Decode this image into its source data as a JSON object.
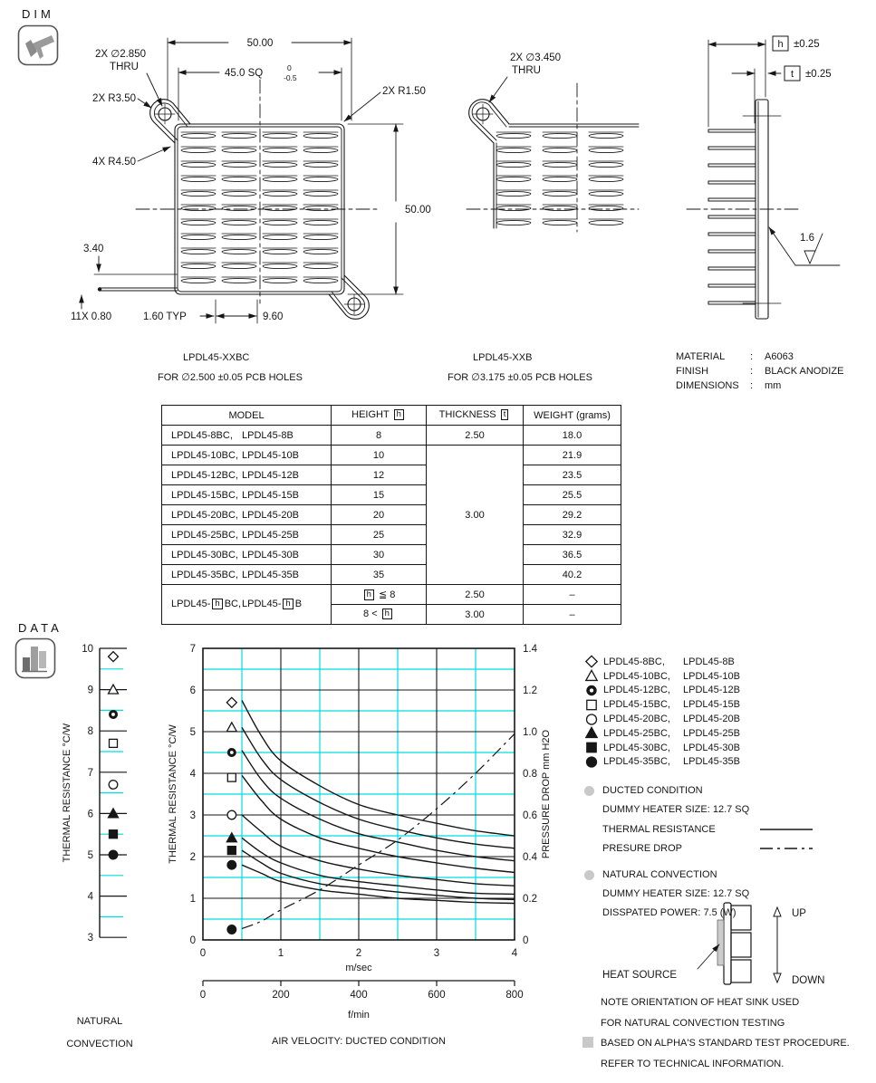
{
  "page": {
    "dim_section": "DIM",
    "data_section": "DATA"
  },
  "colors": {
    "line": "#161616",
    "cyan": "#00dede",
    "icon_gray": "#9a9a9a",
    "legend_bullet": "#c9c9c9",
    "heat_source_fill": "#cccccc"
  },
  "drawing_top_view": {
    "overall_width": "50.00",
    "fin_square": "45.0 SQ",
    "fin_square_tol_upper": "0",
    "fin_square_tol_lower": "-0.5",
    "hole_callout": "2X ∅2.850",
    "hole_thru": "THRU",
    "tab_radius": "2X R3.50",
    "inner_radius": "4X R4.50",
    "corner_radius": "2X R1.50",
    "overall_height": "50.00",
    "base_offset": "3.40",
    "fin_thickness": "11X 0.80",
    "fin_pitch": "1.60 TYP",
    "slot_pitch": "9.60"
  },
  "drawing_partial_view": {
    "hole_callout": "2X ∅3.450",
    "hole_thru": "THRU"
  },
  "drawing_side_view": {
    "height_label": "h",
    "height_tol": "±0.25",
    "thickness_label": "t",
    "thickness_tol": "±0.25",
    "surface_finish": "1.6"
  },
  "captions": {
    "bc_model": "LPDL45-XXBC",
    "bc_note": "FOR ∅2.500 ±0.05 PCB HOLES",
    "b_model": "LPDL45-XXB",
    "b_note": "FOR ∅3.175 ±0.05 PCB HOLES"
  },
  "material_info": {
    "rows": [
      {
        "label": "MATERIAL",
        "sep": ":",
        "value": "A6063"
      },
      {
        "label": "FINISH",
        "sep": ":",
        "value": "BLACK ANODIZE"
      },
      {
        "label": "DIMENSIONS",
        "sep": ":",
        "value": "mm"
      }
    ]
  },
  "spec_table": {
    "headers": [
      "MODEL",
      "HEIGHT [h]",
      "THICKNESS [t]",
      "WEIGHT  (grams)"
    ],
    "rows": [
      {
        "model": [
          "LPDL45-8BC,",
          "LPDL45-8B"
        ],
        "height": "8",
        "thickness": "2.50",
        "tspan": 1,
        "weight": "18.0"
      },
      {
        "model": [
          "LPDL45-10BC,",
          "LPDL45-10B"
        ],
        "height": "10",
        "thickness": "3.00",
        "tspan": 7,
        "weight": "21.9"
      },
      {
        "model": [
          "LPDL45-12BC,",
          "LPDL45-12B"
        ],
        "height": "12",
        "weight": "23.5"
      },
      {
        "model": [
          "LPDL45-15BC,",
          "LPDL45-15B"
        ],
        "height": "15",
        "weight": "25.5"
      },
      {
        "model": [
          "LPDL45-20BC,",
          "LPDL45-20B"
        ],
        "height": "20",
        "weight": "29.2"
      },
      {
        "model": [
          "LPDL45-25BC,",
          "LPDL45-25B"
        ],
        "height": "25",
        "weight": "32.9"
      },
      {
        "model": [
          "LPDL45-30BC,",
          "LPDL45-30B"
        ],
        "height": "30",
        "weight": "36.5"
      },
      {
        "model": [
          "LPDL45-35BC,",
          "LPDL45-35B"
        ],
        "height": "35",
        "weight": "40.2"
      }
    ],
    "variant_rows": [
      {
        "model": [
          "LPDL45-[h]BC,",
          "LPDL45-[h]B"
        ],
        "mspan": 2,
        "height": "[h] ≦ 8",
        "thickness": "2.50",
        "weight": "–"
      },
      {
        "height": "8 < [h]",
        "thickness": "3.00",
        "weight": "–"
      }
    ]
  },
  "chart_data": [
    {
      "type": "scatter",
      "title": "Natural convection thermal resistance",
      "ylabel": "THERMAL RESISTANCE   °C/W",
      "ylim": [
        3,
        10
      ],
      "yticks": [
        10,
        9,
        8,
        7,
        6,
        5,
        4,
        3
      ],
      "grid": "black lines at integers, cyan lines at half intervals",
      "points": [
        {
          "model": "LPDL45-8BC, LPDL45-8B",
          "marker": "diamond-open",
          "value": 9.8
        },
        {
          "model": "LPDL45-10BC, LPDL45-10B",
          "marker": "triangle-open",
          "value": 9.0
        },
        {
          "model": "LPDL45-12BC, LPDL45-12B",
          "marker": "circle-bullseye",
          "value": 8.4
        },
        {
          "model": "LPDL45-15BC, LPDL45-15B",
          "marker": "square-open",
          "value": 7.7
        },
        {
          "model": "LPDL45-20BC, LPDL45-20B",
          "marker": "circle-open",
          "value": 6.7
        },
        {
          "model": "LPDL45-25BC, LPDL45-25B",
          "marker": "triangle-filled",
          "value": 6.0
        },
        {
          "model": "LPDL45-30BC, LPDL45-30B",
          "marker": "square-filled",
          "value": 5.5
        },
        {
          "model": "LPDL45-35BC, LPDL45-35B",
          "marker": "circle-filled",
          "value": 5.0
        }
      ],
      "caption_line1": "NATURAL",
      "caption_line2": "CONVECTION"
    },
    {
      "type": "line",
      "title": "Ducted condition: thermal resistance and pressure drop vs air velocity",
      "xlabel": "m/sec",
      "x2label": "f/min",
      "xcaption": "AIR VELOCITY:  DUCTED CONDITION",
      "ylabel": "THERMAL RESISTANCE   °C/W",
      "y2label": "PRESSURE DROP   mm H2O",
      "xlim": [
        0,
        4
      ],
      "ylim": [
        0,
        7
      ],
      "y2lim": [
        0,
        1.4
      ],
      "xticks": [
        0,
        1,
        2,
        3,
        4
      ],
      "yticks": [
        0,
        1,
        2,
        3,
        4,
        5,
        6,
        7
      ],
      "y2ticks": [
        "0",
        "0.2",
        "0.4",
        "0.6",
        "0.8",
        "1.0",
        "1.2",
        "1.4"
      ],
      "x2ticks": [
        "0",
        "200",
        "400",
        "600",
        "800"
      ],
      "grid": "black lines at integers, cyan lines at half intervals",
      "marker_x": 0.37,
      "x": [
        0.5,
        0.75,
        1,
        1.5,
        2,
        2.5,
        3,
        3.5,
        4
      ],
      "series": [
        {
          "name": "LPDL45-8B",
          "marker": "diamond-open",
          "marker_y": 5.7,
          "values": [
            5.75,
            4.9,
            4.3,
            3.7,
            3.25,
            3.0,
            2.8,
            2.62,
            2.5
          ]
        },
        {
          "name": "LPDL45-10B",
          "marker": "triangle-open",
          "marker_y": 5.1,
          "values": [
            5.1,
            4.35,
            3.85,
            3.3,
            2.9,
            2.65,
            2.45,
            2.3,
            2.2
          ]
        },
        {
          "name": "LPDL45-12B",
          "marker": "circle-bullseye",
          "marker_y": 4.5,
          "values": [
            4.55,
            3.85,
            3.4,
            2.9,
            2.55,
            2.35,
            2.15,
            2.0,
            1.9
          ]
        },
        {
          "name": "LPDL45-15B",
          "marker": "square-open",
          "marker_y": 3.9,
          "values": [
            3.95,
            3.35,
            2.9,
            2.45,
            2.2,
            2.0,
            1.85,
            1.72,
            1.62
          ]
        },
        {
          "name": "LPDL45-20B",
          "marker": "circle-open",
          "marker_y": 3.0,
          "values": [
            3.0,
            2.6,
            2.25,
            1.9,
            1.7,
            1.55,
            1.45,
            1.35,
            1.3
          ]
        },
        {
          "name": "LPDL45-25B",
          "marker": "triangle-filled",
          "marker_y": 2.45,
          "values": [
            2.45,
            2.1,
            1.85,
            1.55,
            1.4,
            1.3,
            1.2,
            1.12,
            1.1
          ]
        },
        {
          "name": "LPDL45-30B",
          "marker": "square-filled",
          "marker_y": 2.15,
          "values": [
            2.15,
            1.85,
            1.6,
            1.35,
            1.25,
            1.15,
            1.07,
            1.0,
            0.97
          ]
        },
        {
          "name": "LPDL45-35B",
          "marker": "circle-filled",
          "marker_y": 1.8,
          "values": [
            1.8,
            1.6,
            1.4,
            1.2,
            1.1,
            1.0,
            0.95,
            0.9,
            0.88
          ]
        }
      ],
      "pressure_drop": {
        "marker": "circle-filled",
        "marker_y": 0.25,
        "axis": "right (mm H2O)",
        "values_left_scale": [
          0.27,
          0.45,
          0.72,
          1.2,
          1.8,
          2.4,
          3.15,
          4.0,
          4.95
        ]
      }
    }
  ],
  "legend": {
    "items": [
      {
        "marker": "diamond-open",
        "label_a": "LPDL45-8BC,",
        "label_b": "LPDL45-8B"
      },
      {
        "marker": "triangle-open",
        "label_a": "LPDL45-10BC,",
        "label_b": "LPDL45-10B"
      },
      {
        "marker": "circle-bullseye",
        "label_a": "LPDL45-12BC,",
        "label_b": "LPDL45-12B"
      },
      {
        "marker": "square-open",
        "label_a": "LPDL45-15BC,",
        "label_b": "LPDL45-15B"
      },
      {
        "marker": "circle-open",
        "label_a": "LPDL45-20BC,",
        "label_b": "LPDL45-20B"
      },
      {
        "marker": "triangle-filled",
        "label_a": "LPDL45-25BC,",
        "label_b": "LPDL45-25B"
      },
      {
        "marker": "square-filled",
        "label_a": "LPDL45-30BC,",
        "label_b": "LPDL45-30B"
      },
      {
        "marker": "circle-filled",
        "label_a": "LPDL45-35BC,",
        "label_b": "LPDL45-35B"
      }
    ]
  },
  "conditions": {
    "ducted_title": "DUCTED CONDITION",
    "ducted_heater": "DUMMY HEATER SIZE: 12.7 SQ",
    "thermal_label": "THERMAL RESISTANCE",
    "pressure_label": "PRESURE DROP",
    "natural_title": "NATURAL CONVECTION",
    "natural_heater": "DUMMY HEATER SIZE: 12.7 SQ",
    "natural_power": "DISSPATED POWER: 7.5 (W)"
  },
  "orientation_figure": {
    "heat_source_label": "HEAT SOURCE",
    "up_label": "UP",
    "down_label": "DOWN"
  },
  "notes": {
    "orientation_line1": "NOTE ORIENTATION OF HEAT SINK USED",
    "orientation_line2": "FOR NATURAL CONVECTION TESTING",
    "procedure_line1": "BASED ON ALPHA'S STANDARD TEST PROCEDURE.",
    "procedure_line2": "REFER TO TECHNICAL INFORMATION."
  }
}
